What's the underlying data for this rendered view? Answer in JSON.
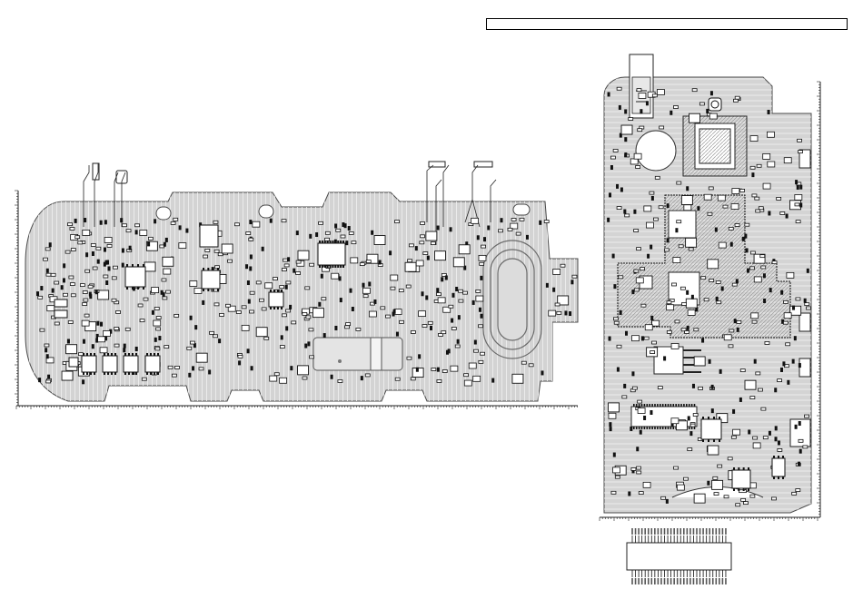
{
  "title_box": {
    "text": ""
  },
  "colors": {
    "board_fill": "#d4d4d4",
    "board_stroke": "#555555",
    "trace": "#f2f2f2",
    "component": "#111111",
    "pad": "#ffffff",
    "ruler": "#222222",
    "shield_hatch": "#bdbdbd"
  },
  "icons": {
    "ruler_ticks": "tick-marks",
    "connector": "connector-outline",
    "crystal": "rounded-rect-outline"
  }
}
